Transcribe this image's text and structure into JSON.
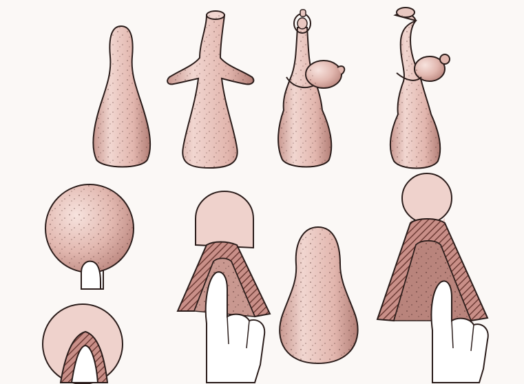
{
  "colors": {
    "background": "#fbf8f6",
    "clay_light": "#efd2cc",
    "clay_mid": "#d9aaa1",
    "clay_dark": "#b9847c",
    "outline": "#2a1c1a",
    "hatch": "#8d5a54",
    "skin": "#ffffff"
  },
  "steps_top_row": [
    {
      "name": "bowling-pin-shape"
    },
    {
      "name": "figure-with-arms"
    },
    {
      "name": "figure-holding-bird"
    },
    {
      "name": "figure-with-hooked-neck"
    }
  ],
  "steps_bottom_row": [
    {
      "name": "clay-ball-on-thumb"
    },
    {
      "name": "hollowed-ball-section"
    },
    {
      "name": "pinched-dome"
    },
    {
      "name": "pear-shape"
    },
    {
      "name": "hollow-cone-with-head"
    }
  ]
}
